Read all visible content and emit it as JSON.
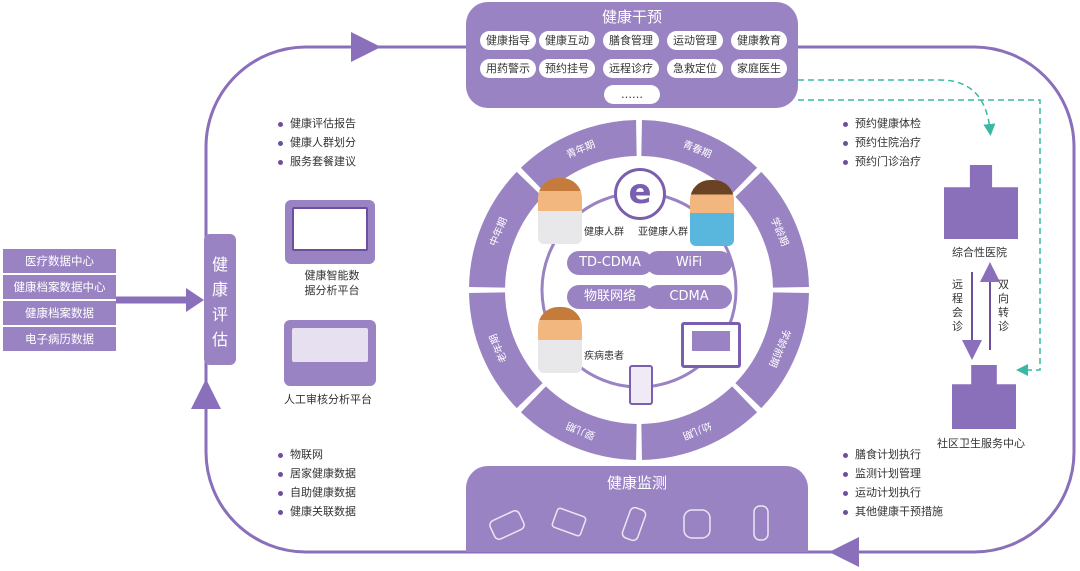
{
  "intervention": {
    "title": "健康干预",
    "items": [
      "健康指导",
      "健康互动",
      "膳食管理",
      "运动管理",
      "健康教育",
      "用药警示",
      "预约挂号",
      "远程诊疗",
      "急救定位",
      "家庭医生",
      "……"
    ]
  },
  "monitoring": {
    "title": "健康监测"
  },
  "assessment": {
    "title": "健康评估"
  },
  "data_sources": [
    "医疗数据中心",
    "健康档案数据中心",
    "健康档案数据",
    "电子病历数据"
  ],
  "left_top_list": [
    "健康评估报告",
    "健康人群划分",
    "服务套餐建议"
  ],
  "left_bottom_list": [
    "物联网",
    "居家健康数据",
    "自助健康数据",
    "健康关联数据"
  ],
  "right_top_list": [
    "预约健康体检",
    "预约住院治疗",
    "预约门诊治疗"
  ],
  "right_bottom_list": [
    "膳食计划执行",
    "监测计划管理",
    "运动计划执行",
    "其他健康干预措施"
  ],
  "platforms": {
    "analysis": "健康智能数据分析平台",
    "analysis_l1": "健康智能数",
    "analysis_l2": "据分析平台",
    "manual": "人工审核分析平台"
  },
  "ring_stages": [
    "青年期",
    "青春期",
    "学龄期",
    "学龄前期",
    "幼儿期",
    "婴儿期",
    "老年期",
    "中年期"
  ],
  "people": {
    "healthy": "健康人群",
    "subhealthy": "亚健康人群",
    "patients": "疾病患者"
  },
  "networks": [
    "TD-CDMA",
    "WiFi",
    "物联网络",
    "CDMA"
  ],
  "hospitals": {
    "general": "综合性医院",
    "community": "社区卫生服务中心",
    "remote": "远程会诊",
    "transfer": "双向转诊"
  },
  "colors": {
    "primary": "#9a83c2",
    "dark": "#7a5fae",
    "teal": "#3bb8a3"
  }
}
